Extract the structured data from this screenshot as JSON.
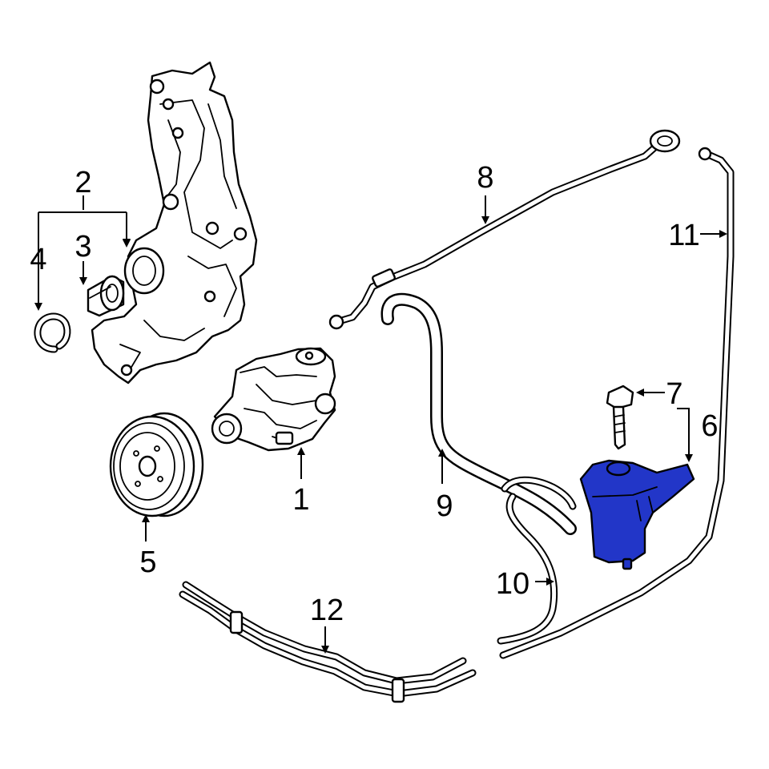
{
  "diagram": {
    "highlight_color": "#2236c8",
    "callouts": [
      {
        "id": "1",
        "label": "1"
      },
      {
        "id": "2",
        "label": "2"
      },
      {
        "id": "3",
        "label": "3"
      },
      {
        "id": "4",
        "label": "4"
      },
      {
        "id": "5",
        "label": "5"
      },
      {
        "id": "6",
        "label": "6"
      },
      {
        "id": "7",
        "label": "7"
      },
      {
        "id": "8",
        "label": "8"
      },
      {
        "id": "9",
        "label": "9"
      },
      {
        "id": "10",
        "label": "10"
      },
      {
        "id": "11",
        "label": "11"
      },
      {
        "id": "12",
        "label": "12"
      }
    ]
  }
}
